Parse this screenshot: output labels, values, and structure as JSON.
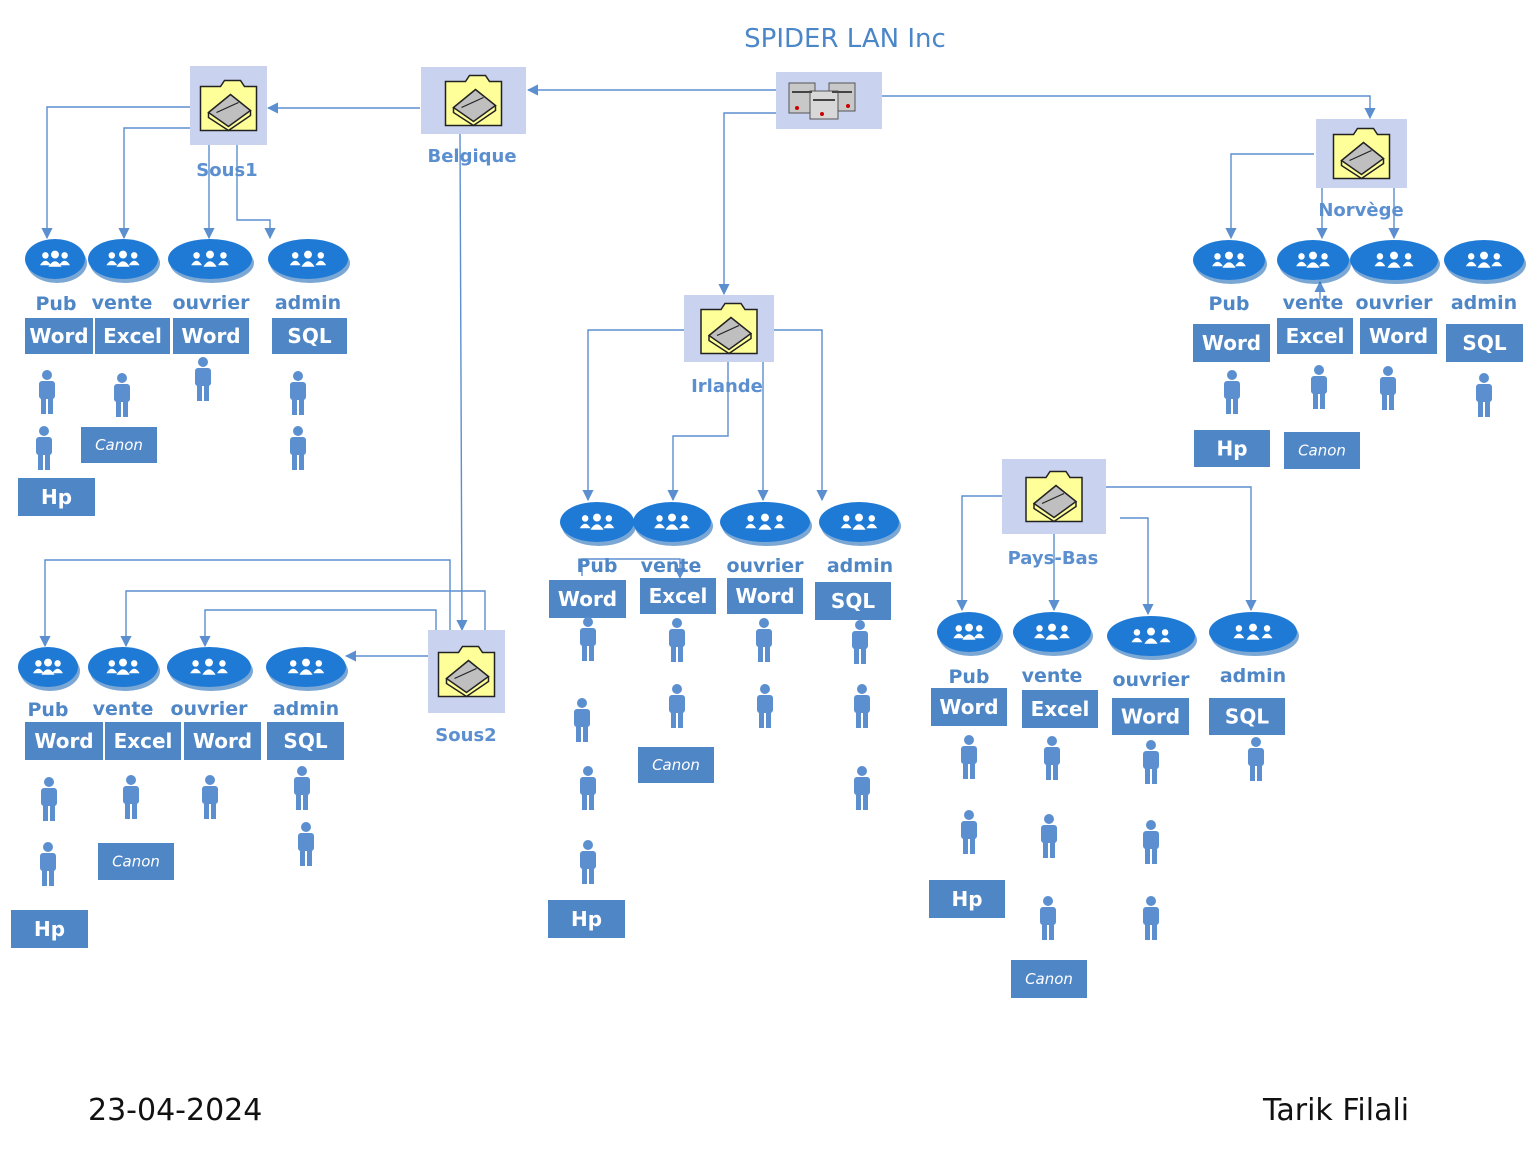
{
  "title": "SPIDER LAN Inc",
  "footer": {
    "date": "23-04-2024",
    "author": "Tarik Filali"
  },
  "colors": {
    "accent": "#4a86c8",
    "box": "#4f86c6",
    "group": "#1f7ad6",
    "person": "#5b8fcf",
    "folder_bg": "#c9d3f0",
    "folder_fill": "#ffff99"
  },
  "folders": [
    {
      "id": "belgique",
      "label": "Belgique"
    },
    {
      "id": "sous1",
      "label": "Sous1"
    },
    {
      "id": "sous2",
      "label": "Sous2"
    },
    {
      "id": "irlande",
      "label": "Irlande"
    },
    {
      "id": "norvege",
      "label": "Norvège"
    },
    {
      "id": "paysbas",
      "label": "Pays-Bas"
    }
  ],
  "groups": [
    "Pub",
    "vente",
    "ouvrier",
    "admin"
  ],
  "apps": [
    "Word",
    "Excel",
    "Word",
    "SQL"
  ],
  "printers": {
    "hp": "Hp",
    "canon": "Canon"
  }
}
